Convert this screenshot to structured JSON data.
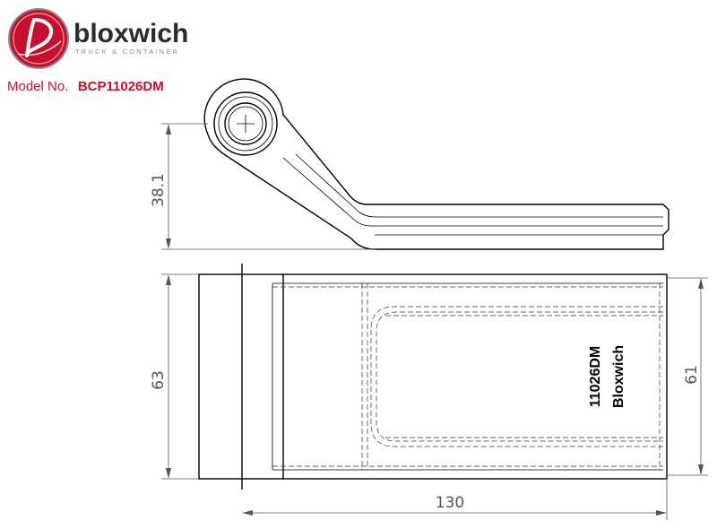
{
  "brand": {
    "name": "bloxwich",
    "tagline": "TRUCK & CONTAINER",
    "logo_color": "#c8102e"
  },
  "model": {
    "label": "Model No.",
    "value": "BCP11026DM"
  },
  "dimensions": {
    "side_height": "38.1",
    "plan_height_left": "63",
    "plan_height_right": "61",
    "plan_length": "130"
  },
  "part_marking": {
    "line1": "11026DM",
    "line2": "Bloxwich"
  }
}
